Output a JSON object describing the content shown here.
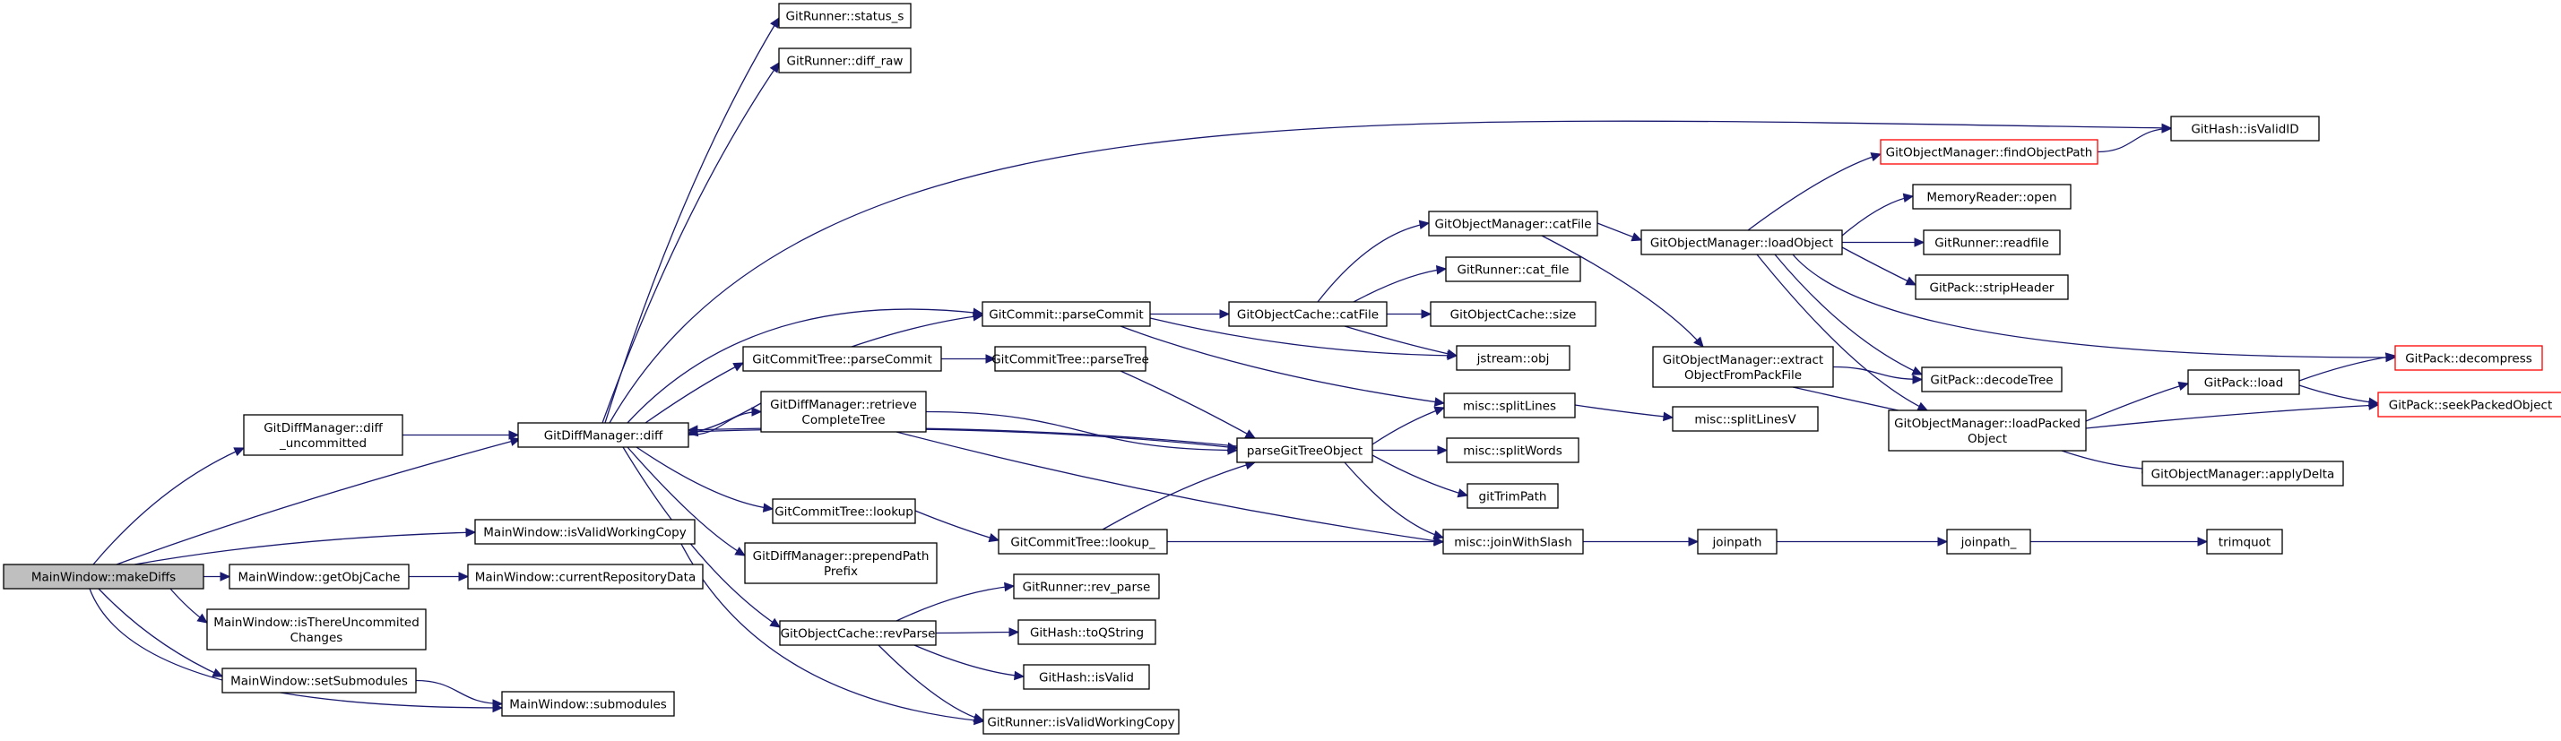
{
  "graph": {
    "edge_color": "#191970",
    "truncated_border_color": "#ff0000",
    "root_fill": "#bfbfbf",
    "nodes": [
      {
        "id": "makeDiffs",
        "lines": [
          "MainWindow::makeDiffs"
        ],
        "root": true
      },
      {
        "id": "diffUncommitted",
        "lines": [
          "GitDiffManager::diff",
          "_uncommitted"
        ]
      },
      {
        "id": "diff",
        "lines": [
          "GitDiffManager::diff"
        ]
      },
      {
        "id": "isValidWorkingCopy",
        "lines": [
          "MainWindow::isValidWorkingCopy"
        ]
      },
      {
        "id": "getObjCache",
        "lines": [
          "MainWindow::getObjCache"
        ]
      },
      {
        "id": "currentRepoData",
        "lines": [
          "MainWindow::currentRepositoryData"
        ]
      },
      {
        "id": "isThereUncommited",
        "lines": [
          "MainWindow::isThereUncommited",
          "Changes"
        ]
      },
      {
        "id": "setSubmodules",
        "lines": [
          "MainWindow::setSubmodules"
        ]
      },
      {
        "id": "submodules",
        "lines": [
          "MainWindow::submodules"
        ]
      },
      {
        "id": "statusS",
        "lines": [
          "GitRunner::status_s"
        ]
      },
      {
        "id": "diffRaw",
        "lines": [
          "GitRunner::diff_raw"
        ]
      },
      {
        "id": "isValidID",
        "lines": [
          "GitHash::isValidID"
        ]
      },
      {
        "id": "findObjectPath",
        "lines": [
          "GitObjectManager::findObjectPath"
        ],
        "truncated": true
      },
      {
        "id": "catFileMgr",
        "lines": [
          "GitObjectManager::catFile"
        ]
      },
      {
        "id": "loadObject",
        "lines": [
          "GitObjectManager::loadObject"
        ]
      },
      {
        "id": "memOpen",
        "lines": [
          "MemoryReader::open"
        ]
      },
      {
        "id": "readfile",
        "lines": [
          "GitRunner::readfile"
        ]
      },
      {
        "id": "stripHeader",
        "lines": [
          "GitPack::stripHeader"
        ]
      },
      {
        "id": "decompress",
        "lines": [
          "GitPack::decompress"
        ],
        "truncated": true
      },
      {
        "id": "catFileRunner",
        "lines": [
          "GitRunner::cat_file"
        ]
      },
      {
        "id": "parseCommit",
        "lines": [
          "GitCommit::parseCommit"
        ]
      },
      {
        "id": "catFileCache",
        "lines": [
          "GitObjectCache::catFile"
        ]
      },
      {
        "id": "cacheSize",
        "lines": [
          "GitObjectCache::size"
        ]
      },
      {
        "id": "jstreamObj",
        "lines": [
          "jstream::obj"
        ]
      },
      {
        "id": "treeParseCommit",
        "lines": [
          "GitCommitTree::parseCommit"
        ]
      },
      {
        "id": "parseTree",
        "lines": [
          "GitCommitTree::parseTree"
        ]
      },
      {
        "id": "extractObj",
        "lines": [
          "GitObjectManager::extract",
          "ObjectFromPackFile"
        ]
      },
      {
        "id": "decodeTree",
        "lines": [
          "GitPack::decodeTree"
        ]
      },
      {
        "id": "packLoad",
        "lines": [
          "GitPack::load"
        ]
      },
      {
        "id": "seekPacked",
        "lines": [
          "GitPack::seekPackedObject"
        ],
        "truncated": true
      },
      {
        "id": "splitLines",
        "lines": [
          "misc::splitLines"
        ]
      },
      {
        "id": "splitLinesV",
        "lines": [
          "misc::splitLinesV"
        ]
      },
      {
        "id": "retrieveTree",
        "lines": [
          "GitDiffManager::retrieve",
          "CompleteTree"
        ]
      },
      {
        "id": "parseGitTree",
        "lines": [
          "parseGitTreeObject"
        ]
      },
      {
        "id": "splitWords",
        "lines": [
          "misc::splitWords"
        ]
      },
      {
        "id": "loadPacked",
        "lines": [
          "GitObjectManager::loadPacked",
          "Object"
        ]
      },
      {
        "id": "applyDelta",
        "lines": [
          "GitObjectManager::applyDelta"
        ]
      },
      {
        "id": "gitTrimPath",
        "lines": [
          "gitTrimPath"
        ]
      },
      {
        "id": "treeLookup",
        "lines": [
          "GitCommitTree::lookup"
        ]
      },
      {
        "id": "treeLookupU",
        "lines": [
          "GitCommitTree::lookup_"
        ]
      },
      {
        "id": "joinWithSlash",
        "lines": [
          "misc::joinWithSlash"
        ]
      },
      {
        "id": "joinpath",
        "lines": [
          "joinpath"
        ]
      },
      {
        "id": "joinpathU",
        "lines": [
          "joinpath_"
        ]
      },
      {
        "id": "trimquot",
        "lines": [
          "trimquot"
        ]
      },
      {
        "id": "prependPath",
        "lines": [
          "GitDiffManager::prependPath",
          "Prefix"
        ]
      },
      {
        "id": "revParseCache",
        "lines": [
          "GitObjectCache::revParse"
        ]
      },
      {
        "id": "revParseRunner",
        "lines": [
          "GitRunner::rev_parse"
        ]
      },
      {
        "id": "toQString",
        "lines": [
          "GitHash::toQString"
        ]
      },
      {
        "id": "hashIsValid",
        "lines": [
          "GitHash::isValid"
        ]
      },
      {
        "id": "runnerIsValidWC",
        "lines": [
          "GitRunner::isValidWorkingCopy"
        ]
      }
    ]
  }
}
